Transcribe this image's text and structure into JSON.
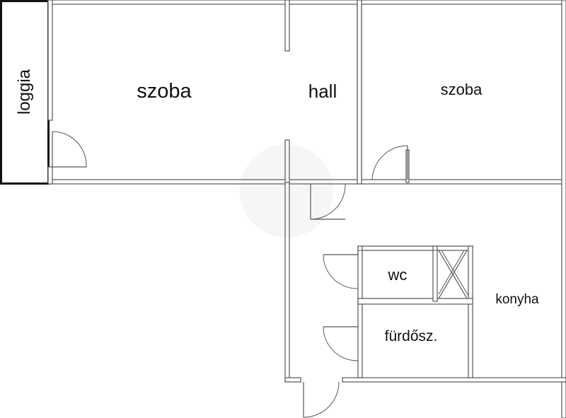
{
  "rooms": {
    "loggia": "loggia",
    "szoba_left": "szoba",
    "hall": "hall",
    "szoba_right": "szoba",
    "wc": "wc",
    "konyha": "konyha",
    "furdoszoba": "fürdősz."
  },
  "colors": {
    "wall_stroke": "#555555",
    "wall_fill": "#ffffff",
    "loggia_frame": "#111111",
    "text": "#111111"
  }
}
